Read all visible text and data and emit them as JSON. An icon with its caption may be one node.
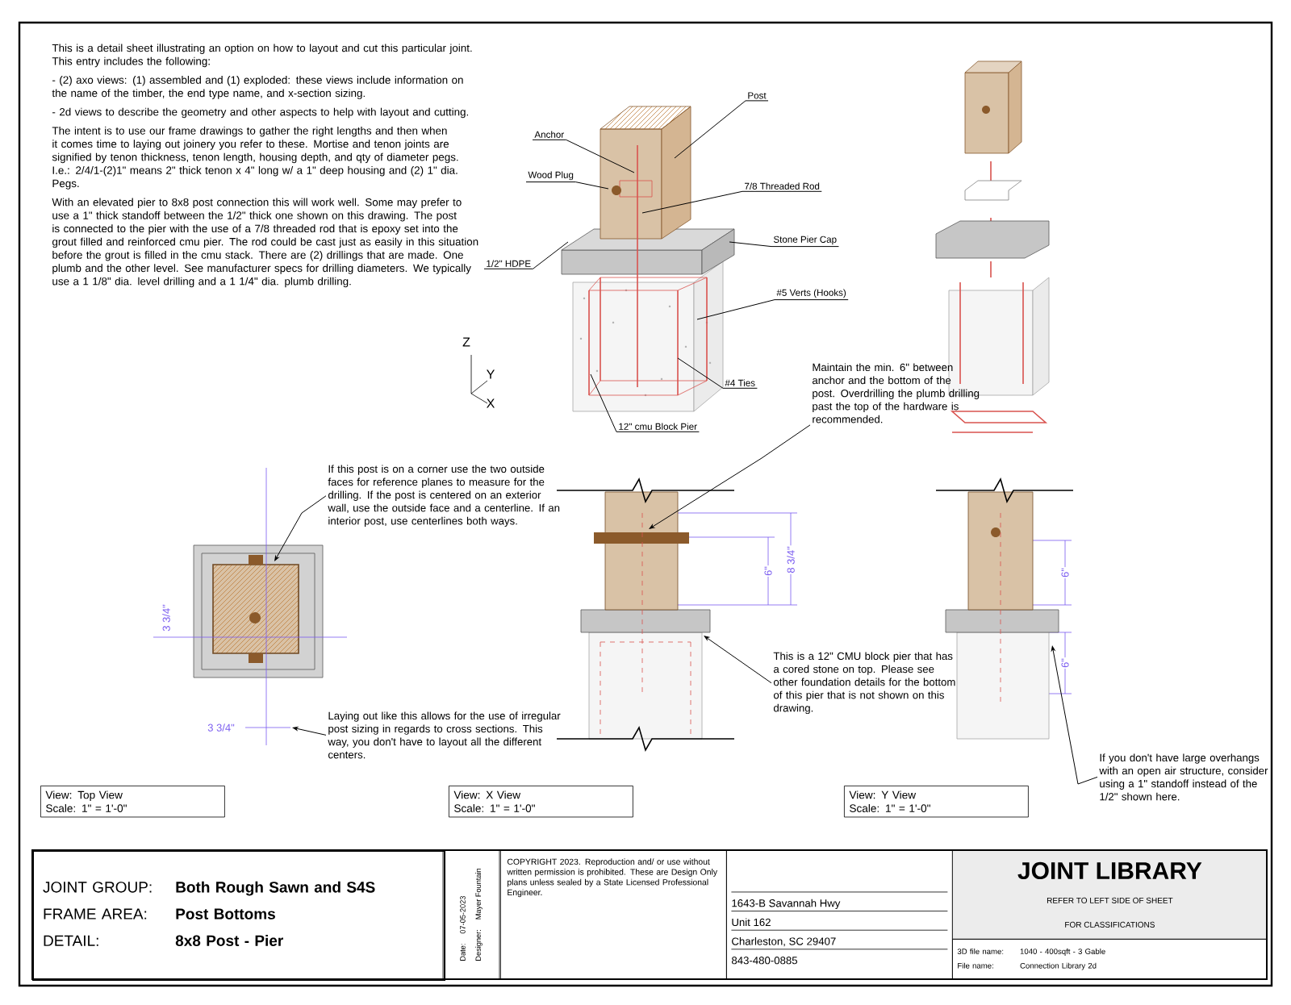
{
  "diagram": {
    "nodes": [
      {
        "text": [
          "Post"
        ]
      },
      {
        "text": [
          "Anchor"
        ]
      },
      {
        "text": [
          "Wood Plug"
        ]
      },
      {
        "text": [
          "7/8 Threaded Rod"
        ]
      },
      {
        "text": [
          "Stone Pier Cap"
        ]
      },
      {
        "text": [
          "1/2\" HDPE"
        ]
      },
      {
        "text": [
          "#5 Verts (Hooks)"
        ]
      },
      {
        "text": [
          "#4 Ties"
        ]
      },
      {
        "text": [
          "12\" cmu Block Pier"
        ]
      },
      {
        "text": [
          "If this post is on a corner use the two outside faces for reference planes to measure for the drilling. If the post is centered on an exterior wall, use the outside face and a centerline. If an interior post, use centerlines both ways."
        ]
      },
      {
        "text": [
          "Laying out like this allows for the use of irregular post sizing in regards to cross sections. This way, you don't have to layout all the different centers."
        ]
      },
      {
        "text": [
          "Maintain the min. 6\" between anchor and the bottom of the post. Overdrilling the plumb drilling past the top of the hardware is recommended."
        ]
      },
      {
        "text": [
          "This is a 12\" CMU block pier that has a cored stone on top. Please see other foundation details for the bottom of this pier that is not shown on this drawing."
        ]
      },
      {
        "text": [
          "If you don't have large overhangs with an open air structure, consider using a 1\" standoff instead of the 1/2\" shown here."
        ]
      },
      {
        "text": [
          "View: Top View",
          "Scale: 1\" = 1'-0\""
        ]
      },
      {
        "text": [
          "View: X View",
          "Scale: 1\" = 1'-0\""
        ]
      },
      {
        "text": [
          "View: Y View",
          "Scale: 1\" = 1'-0\""
        ]
      },
      {
        "text": [
          "JOINT GROUP:",
          "Both Rough Sawn and S4S",
          "FRAME AREA:",
          "Post Bottoms",
          "DETAIL:",
          "8x8 Post - Pier"
        ]
      },
      {
        "text": [
          "Date:",
          "07-05-2023",
          "Designer:",
          "Mayer Fountain"
        ]
      },
      {
        "text": [
          "COPYRIGHT 2023. Reproduction and/ or use without written permission is prohibited. These are Design Only plans unless sealed by a State Licensed Professional Engineer."
        ]
      },
      {
        "text": [
          "1643-B Savannah Hwy",
          "Unit 162",
          "Charleston, SC 29407",
          "843-480-0885"
        ]
      },
      {
        "text": [
          "JOINT LIBRARY",
          "REFER TO LEFT SIDE OF SHEET",
          "FOR CLASSIFICATIONS"
        ]
      },
      {
        "text": [
          "3D file name:",
          "1040 - 400sqft - 3 Gable",
          "File name:",
          "Connection Library 2d"
        ]
      },
      {
        "text": [],
        "shape": "picture"
      },
      {
        "text": [],
        "shape": "picture"
      },
      {
        "text": [],
        "shape": "picture"
      },
      {
        "text": [],
        "shape": "picture"
      }
    ],
    "edges": [
      {
        "from": 0,
        "to": 23,
        "arrow": "none"
      },
      {
        "from": 1,
        "to": 23,
        "arrow": "none"
      },
      {
        "from": 2,
        "to": 23,
        "arrow": "none"
      },
      {
        "from": 3,
        "to": 23,
        "arrow": "none"
      },
      {
        "from": 4,
        "to": 23,
        "arrow": "none"
      },
      {
        "from": 5,
        "to": 23,
        "arrow": "none"
      },
      {
        "from": 6,
        "to": 23,
        "arrow": "none"
      },
      {
        "from": 7,
        "to": 23,
        "arrow": "none"
      },
      {
        "from": 8,
        "to": 23,
        "arrow": "none"
      },
      {
        "from": 9,
        "to": 24,
        "arrow": "to"
      },
      {
        "from": 10,
        "to": 24,
        "arrow": "to"
      },
      {
        "from": 11,
        "to": 25,
        "arrow": "to"
      },
      {
        "from": 12,
        "to": 25,
        "arrow": "to"
      },
      {
        "from": 13,
        "to": 26,
        "arrow": "to"
      }
    ],
    "labels": [
      "This is a detail sheet illustrating an option on how to layout and cut this particular joint. This entry includes the following:",
      "- (2) axo views: (1) assembled and (1) exploded: these views include information on the name of the timber, the end type name, and x-section sizing.",
      "- 2d views to describe the geometry and other aspects to help with layout and cutting.",
      "The intent is to use our frame drawings to gather the right lengths and then when it comes time to laying out joinery you refer to these. Mortise and tenon joints are signified by tenon thickness, tenon length, housing depth, and qty of diameter pegs. I.e.: 2/4/1-(2)1\" means 2\" thick tenon x 4\" long w/ a 1\" deep housing and (2) 1\" dia. Pegs.",
      "With an elevated pier to 8x8 post connection this will work well. Some may prefer to use a 1\" thick standoff between the 1/2\" thick one shown on this drawing. The post is connected to the pier with the use of a 7/8 threaded rod that is epoxy set into the grout filled and reinforced cmu pier. The rod could be cast just as easily in this situation before the grout is filled in the cmu stack. There are (2) drillings that are made. One plumb and the other level. See manufacturer specs for drilling diameters. We typically use a 1 1/8\" dia. level drilling and a 1 1/4\" dia. plumb drilling.",
      "Z",
      "Y",
      "X",
      "3 3/4\"",
      "3 3/4\"",
      "6\"",
      "8 3/4\"",
      "6\"",
      "6\""
    ]
  }
}
